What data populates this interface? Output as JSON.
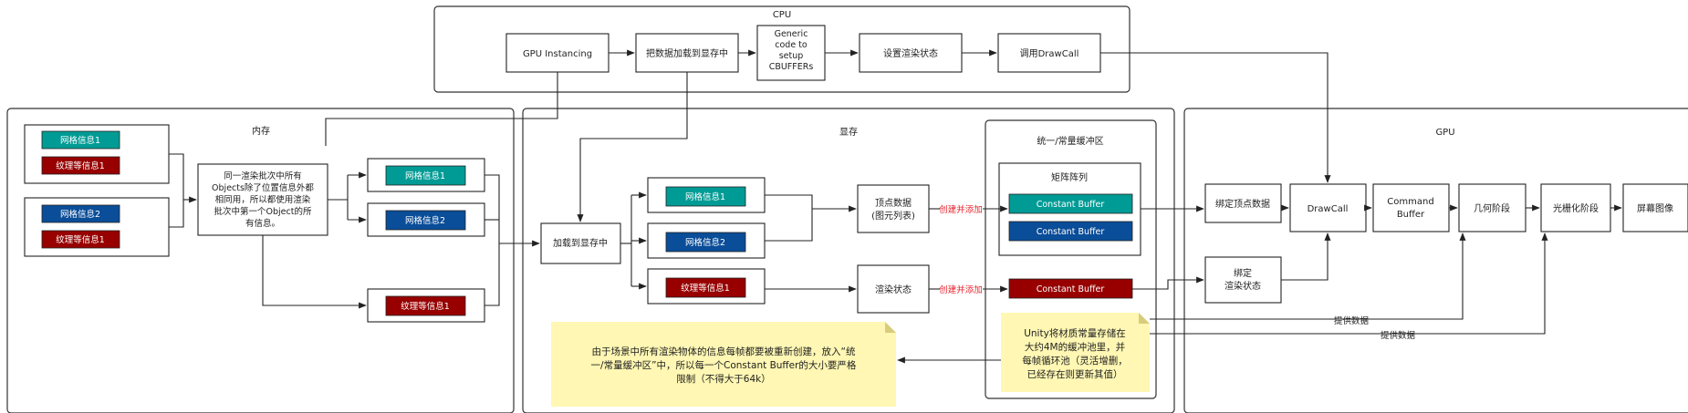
{
  "containers": {
    "cpu": "CPU",
    "memory": "内存",
    "vram": "显存",
    "cbuffer_area": "统一/常量缓冲区",
    "gpu": "GPU"
  },
  "cpu_steps": {
    "gpu_instancing": "GPU Instancing",
    "load_to_vram": "把数据加载到显存中",
    "generic_code": [
      "Generic",
      "code to",
      "setup",
      "CBUFFERs"
    ],
    "set_render_state": "设置渲染状态",
    "call_drawcall": "调用DrawCall"
  },
  "memory": {
    "group1_mesh": "网格信息1",
    "group1_tex": "纹理等信息1",
    "group2_mesh": "网格信息2",
    "group2_tex": "纹理等信息1",
    "desc_lines": [
      "同一渲染批次中所有",
      "Objects除了位置信息外都",
      "相同用，所以都使用渲染",
      "批次中第一个Object的所",
      "有信息。"
    ],
    "out_mesh1": "网格信息1",
    "out_mesh2": "网格信息2",
    "out_tex1": "纹理等信息1"
  },
  "vram": {
    "load_to_vram": "加载到显存中",
    "mesh1": "网格信息1",
    "mesh2": "网格信息2",
    "tex1": "纹理等信息1",
    "vertex_data": [
      "顶点数据",
      "(图元列表)"
    ],
    "render_state": "渲染状态",
    "create_add_1": "创建并添加",
    "create_add_2": "创建并添加"
  },
  "cbuffer": {
    "matrix_array": "矩阵阵列",
    "cb1": "Constant Buffer",
    "cb2": "Constant Buffer",
    "cb3": "Constant Buffer"
  },
  "gpu": {
    "bind_vertex": "绑定顶点数据",
    "bind_state": [
      "绑定",
      "渲染状态"
    ],
    "drawcall": "DrawCall",
    "command_buffer": [
      "Command",
      "Buffer"
    ],
    "geometry_stage": "几何阶段",
    "raster_stage": "光栅化阶段",
    "screen_image": "屏幕图像",
    "provide_data_1": "提供数据",
    "provide_data_2": "提供数据"
  },
  "notes": {
    "note_left": [
      "由于场景中所有渲染物体的信息每帧都要被重新创建，放入“统",
      "一/常量缓冲区”中，所以每一个Constant Buffer的大小要严格",
      "限制（不得大于64k）"
    ],
    "note_right": [
      "Unity将材质常量存储在",
      "大约4M的缓冲池里，并",
      "每帧循环池（灵活增删，",
      "已经存在则更新其值）"
    ]
  },
  "colors": {
    "teal": "#009b95",
    "blue": "#0a4d98",
    "red": "#980000",
    "note": "#fff7b3",
    "label_red": "#e8252f"
  }
}
